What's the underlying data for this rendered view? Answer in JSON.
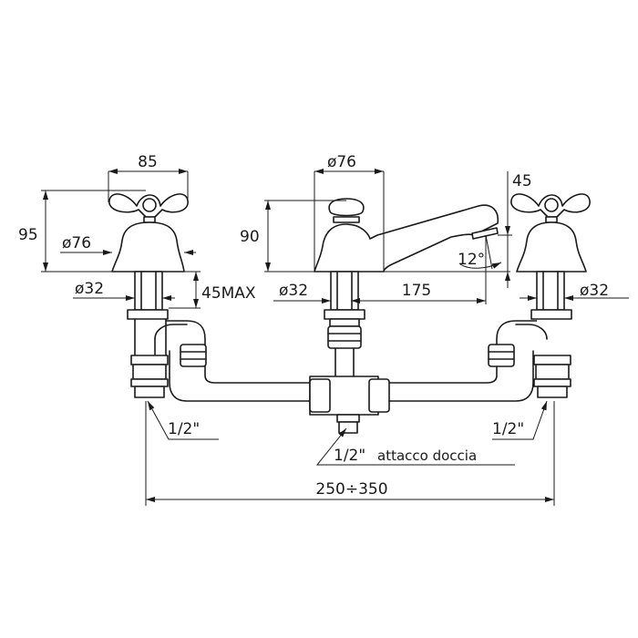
{
  "drawing": {
    "left_tap": {
      "width": "85",
      "height": "95",
      "bell_diameter": "ø76",
      "stem_diameter": "ø32",
      "max_thickness": "45MAX",
      "thread": "1/2\""
    },
    "spout": {
      "bell_diameter": "ø76",
      "height": "90",
      "stem_diameter": "ø32",
      "reach": "175",
      "outlet_drop": "45",
      "angle": "12°"
    },
    "right_tap": {
      "stem_diameter": "ø32",
      "thread": "1/2\""
    },
    "shower_outlet": {
      "thread": "1/2\"",
      "label": "attacco doccia"
    },
    "center_distance": "250÷350"
  }
}
